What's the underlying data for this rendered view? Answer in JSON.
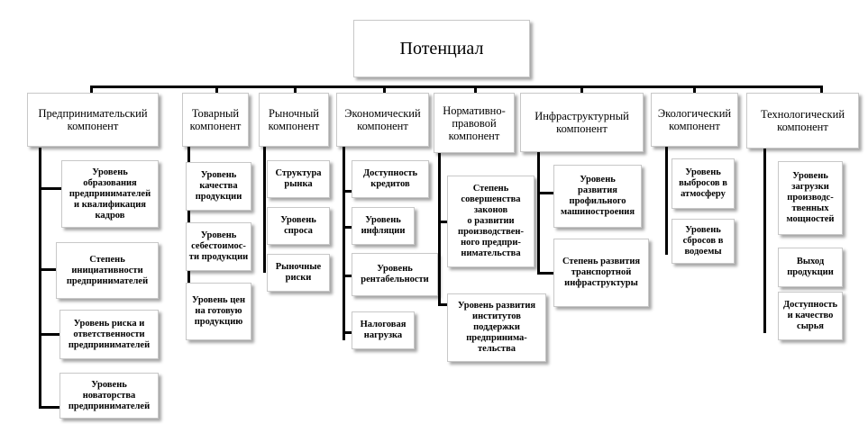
{
  "root": "Потенциал",
  "components": [
    {
      "title": "Предпринимательский\nкомпонент",
      "items": [
        "Уровень\nобразования\nпредпринимателей\nи квалификация\nкадров",
        "Степень\nинициативности\nпредпринимателей",
        "Уровень риска и\nответственности\nпредпринимателей",
        "Уровень\nноваторства\nпредпринимателей"
      ]
    },
    {
      "title": "Товарный\nкомпонент",
      "items": [
        "Уровень\nкачества\nпродукции",
        "Уровень\nсебестоимос-\nти продукции",
        "Уровень цен\nна готовую\nпродукцию"
      ]
    },
    {
      "title": "Рыночный\nкомпонент",
      "items": [
        "Структура\nрынка",
        "Уровень\nспроса",
        "Рыночные\nриски"
      ]
    },
    {
      "title": "Экономический\nкомпонент",
      "items": [
        "Доступность\nкредитов",
        "Уровень\nинфляции",
        "Уровень\nрентабельности",
        "Налоговая\nнагрузка"
      ]
    },
    {
      "title": "Нормативно-\nправовой\nкомпонент",
      "items": [
        "Степень\nсовершенства\nзаконов\nо развитии\nпроизводствен-\nного предпри-\nнимательства",
        "Уровень развития\nинститутов\nподдержки\nпредпринима-\nтельства"
      ]
    },
    {
      "title": "Инфраструктурный\nкомпонент",
      "items": [
        "Уровень\nразвития\nпрофильного\nмашиностроения",
        "Степень развития\nтранспортной\nинфраструктуры"
      ]
    },
    {
      "title": "Экологический\nкомпонент",
      "items": [
        "Уровень\nвыбросов в\nатмосферу",
        "Уровень\nсбросов в\nводоемы"
      ]
    },
    {
      "title": "Технологический\nкомпонент",
      "items": [
        "Уровень\nзагрузки\nпроизводс-\nтвенных\nмощностей",
        "Выход\nпродукции",
        "Доступность\nи качество\nсырья"
      ]
    }
  ]
}
